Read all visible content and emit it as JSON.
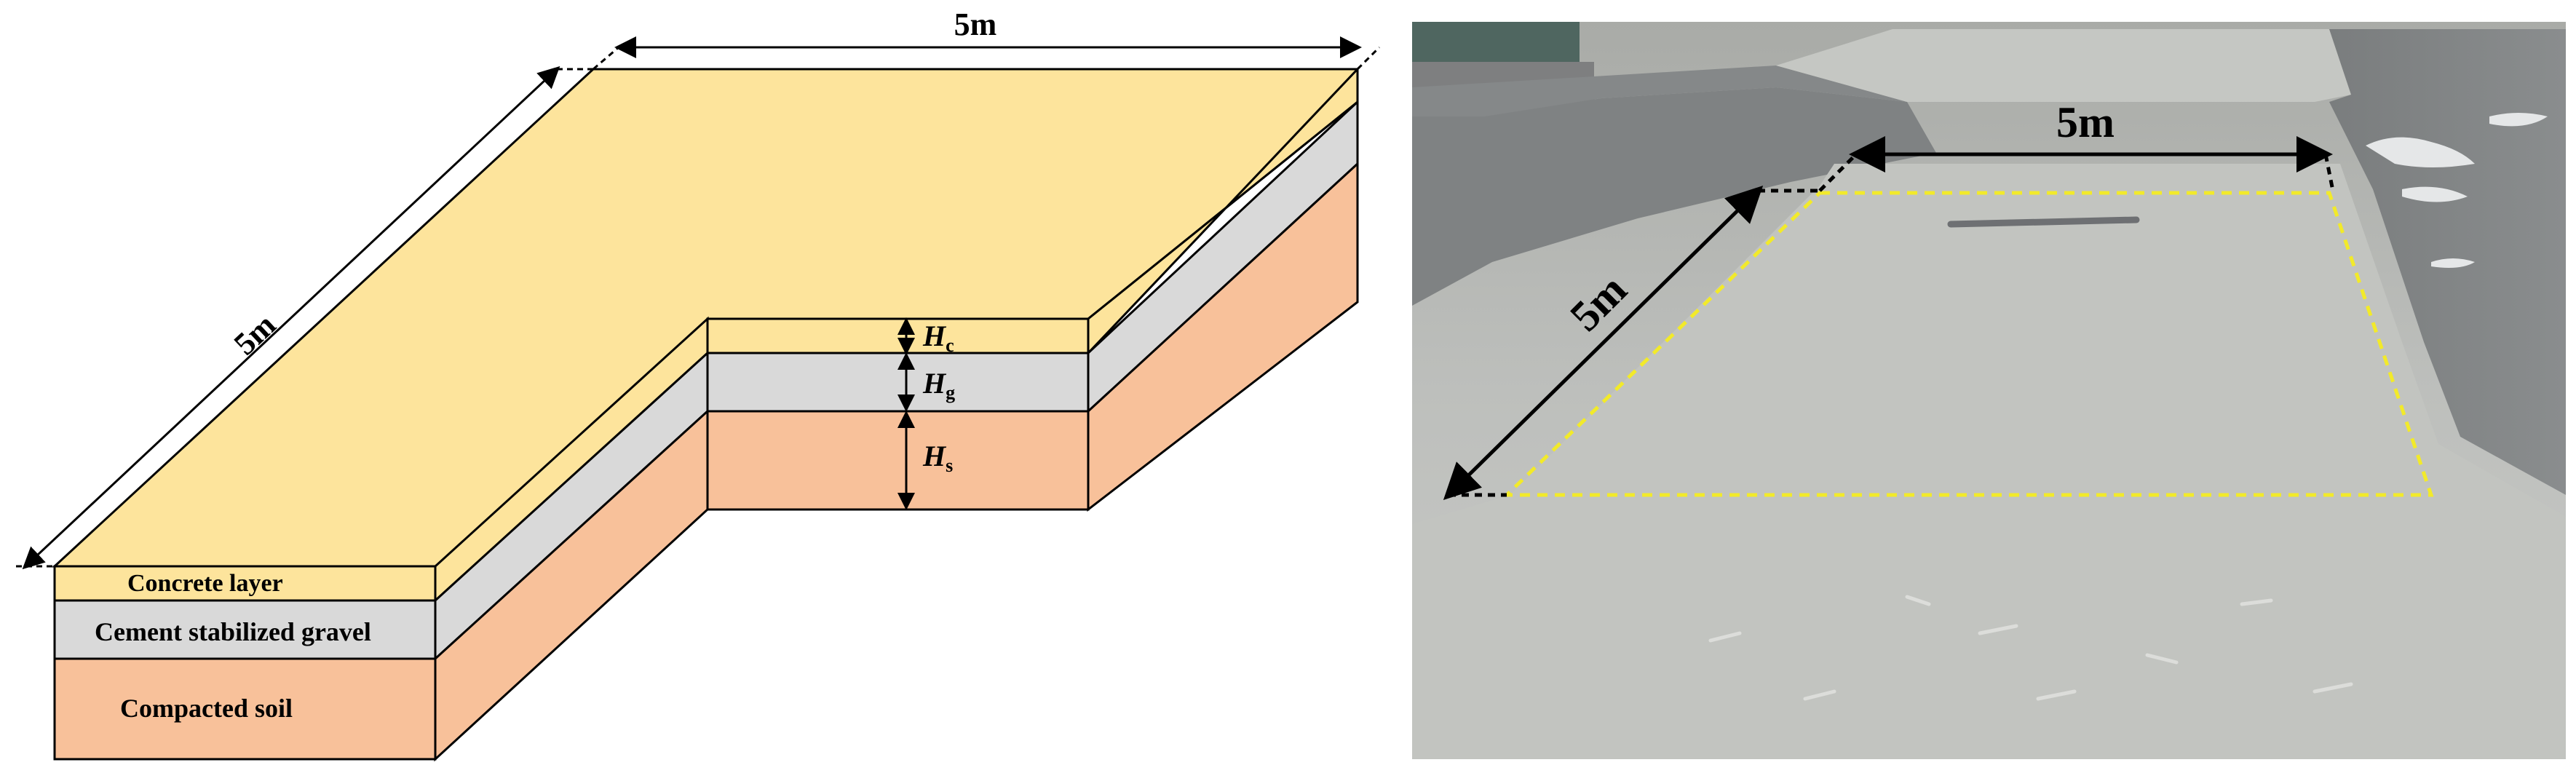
{
  "left_panel": {
    "dimension_top": "5m",
    "dimension_side": "5m",
    "layers": {
      "concrete": "Concrete layer",
      "gravel": "Cement stabilized gravel",
      "soil": "Compacted soil"
    },
    "thickness_labels": {
      "hc_var": "H",
      "hc_sub": "c",
      "hg_var": "H",
      "hg_sub": "g",
      "hs_var": "H",
      "hs_sub": "s"
    },
    "colors": {
      "concrete": "#FDE49C",
      "gravel": "#D9D9D9",
      "soil": "#F8C19A",
      "outline": "#000000"
    }
  },
  "right_panel": {
    "dimension_top": "5m",
    "dimension_side": "5m",
    "colors": {
      "marking": "#F2EA2A",
      "arrow": "#000000",
      "pavement": "#B7B9B6",
      "asphalt": "#7C7F80"
    }
  }
}
